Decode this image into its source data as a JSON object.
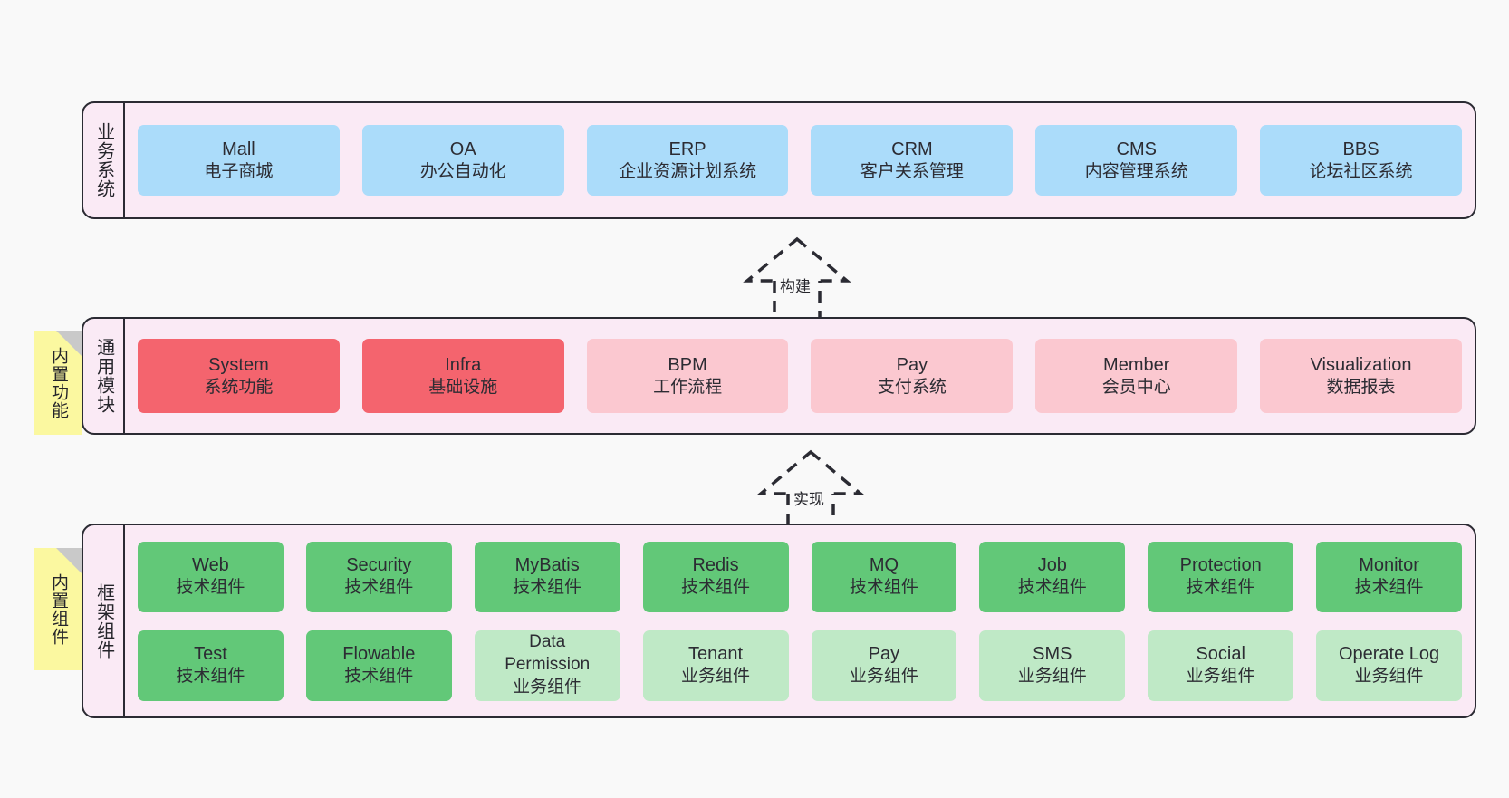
{
  "diagram": {
    "background_color": "#f9f9f9",
    "layer_fill": "#faeaf5",
    "layer_border": "#2b2b33",
    "note_fill": "#fbf8a0",
    "note_fold": "#c9c9c9"
  },
  "layers": [
    {
      "id": "business-system",
      "title": "业务系统",
      "card_color": "#abdcfa",
      "cards": [
        {
          "name": "Mall",
          "desc": "电子商城"
        },
        {
          "name": "OA",
          "desc": "办公自动化"
        },
        {
          "name": "ERP",
          "desc": "企业资源计划系统"
        },
        {
          "name": "CRM",
          "desc": "客户关系管理"
        },
        {
          "name": "CMS",
          "desc": "内容管理系统"
        },
        {
          "name": "BBS",
          "desc": "论坛社区系统"
        }
      ]
    },
    {
      "id": "common-module",
      "title": "通用模块",
      "note": "内置功能",
      "cards": [
        {
          "name": "System",
          "desc": "系统功能",
          "color": "#f4646e"
        },
        {
          "name": "Infra",
          "desc": "基础设施",
          "color": "#f4646e"
        },
        {
          "name": "BPM",
          "desc": "工作流程",
          "color": "#fbc8d0"
        },
        {
          "name": "Pay",
          "desc": "支付系统",
          "color": "#fbc8d0"
        },
        {
          "name": "Member",
          "desc": "会员中心",
          "color": "#fbc8d0"
        },
        {
          "name": "Visualization",
          "desc": "数据报表",
          "color": "#fbc8d0"
        }
      ]
    },
    {
      "id": "framework-component",
      "title": "框架组件",
      "note": "内置组件",
      "rows": [
        [
          {
            "name": "Web",
            "desc": "技术组件",
            "color": "#62c878"
          },
          {
            "name": "Security",
            "desc": "技术组件",
            "color": "#62c878"
          },
          {
            "name": "MyBatis",
            "desc": "技术组件",
            "color": "#62c878"
          },
          {
            "name": "Redis",
            "desc": "技术组件",
            "color": "#62c878"
          },
          {
            "name": "MQ",
            "desc": "技术组件",
            "color": "#62c878"
          },
          {
            "name": "Job",
            "desc": "技术组件",
            "color": "#62c878"
          },
          {
            "name": "Protection",
            "desc": "技术组件",
            "color": "#62c878"
          },
          {
            "name": "Monitor",
            "desc": "技术组件",
            "color": "#62c878"
          }
        ],
        [
          {
            "name": "Test",
            "desc": "技术组件",
            "color": "#62c878"
          },
          {
            "name": "Flowable",
            "desc": "技术组件",
            "color": "#62c878"
          },
          {
            "name": "Data",
            "name2": "Permission",
            "desc": "业务组件",
            "color": "#bfe9c6"
          },
          {
            "name": "Tenant",
            "desc": "业务组件",
            "color": "#bfe9c6"
          },
          {
            "name": "Pay",
            "desc": "业务组件",
            "color": "#bfe9c6"
          },
          {
            "name": "SMS",
            "desc": "业务组件",
            "color": "#bfe9c6"
          },
          {
            "name": "Social",
            "desc": "业务组件",
            "color": "#bfe9c6"
          },
          {
            "name": "Operate Log",
            "desc": "业务组件",
            "color": "#bfe9c6"
          }
        ]
      ]
    }
  ],
  "arrows": [
    {
      "id": "build",
      "label": "构建"
    },
    {
      "id": "implement",
      "label": "实现"
    }
  ]
}
